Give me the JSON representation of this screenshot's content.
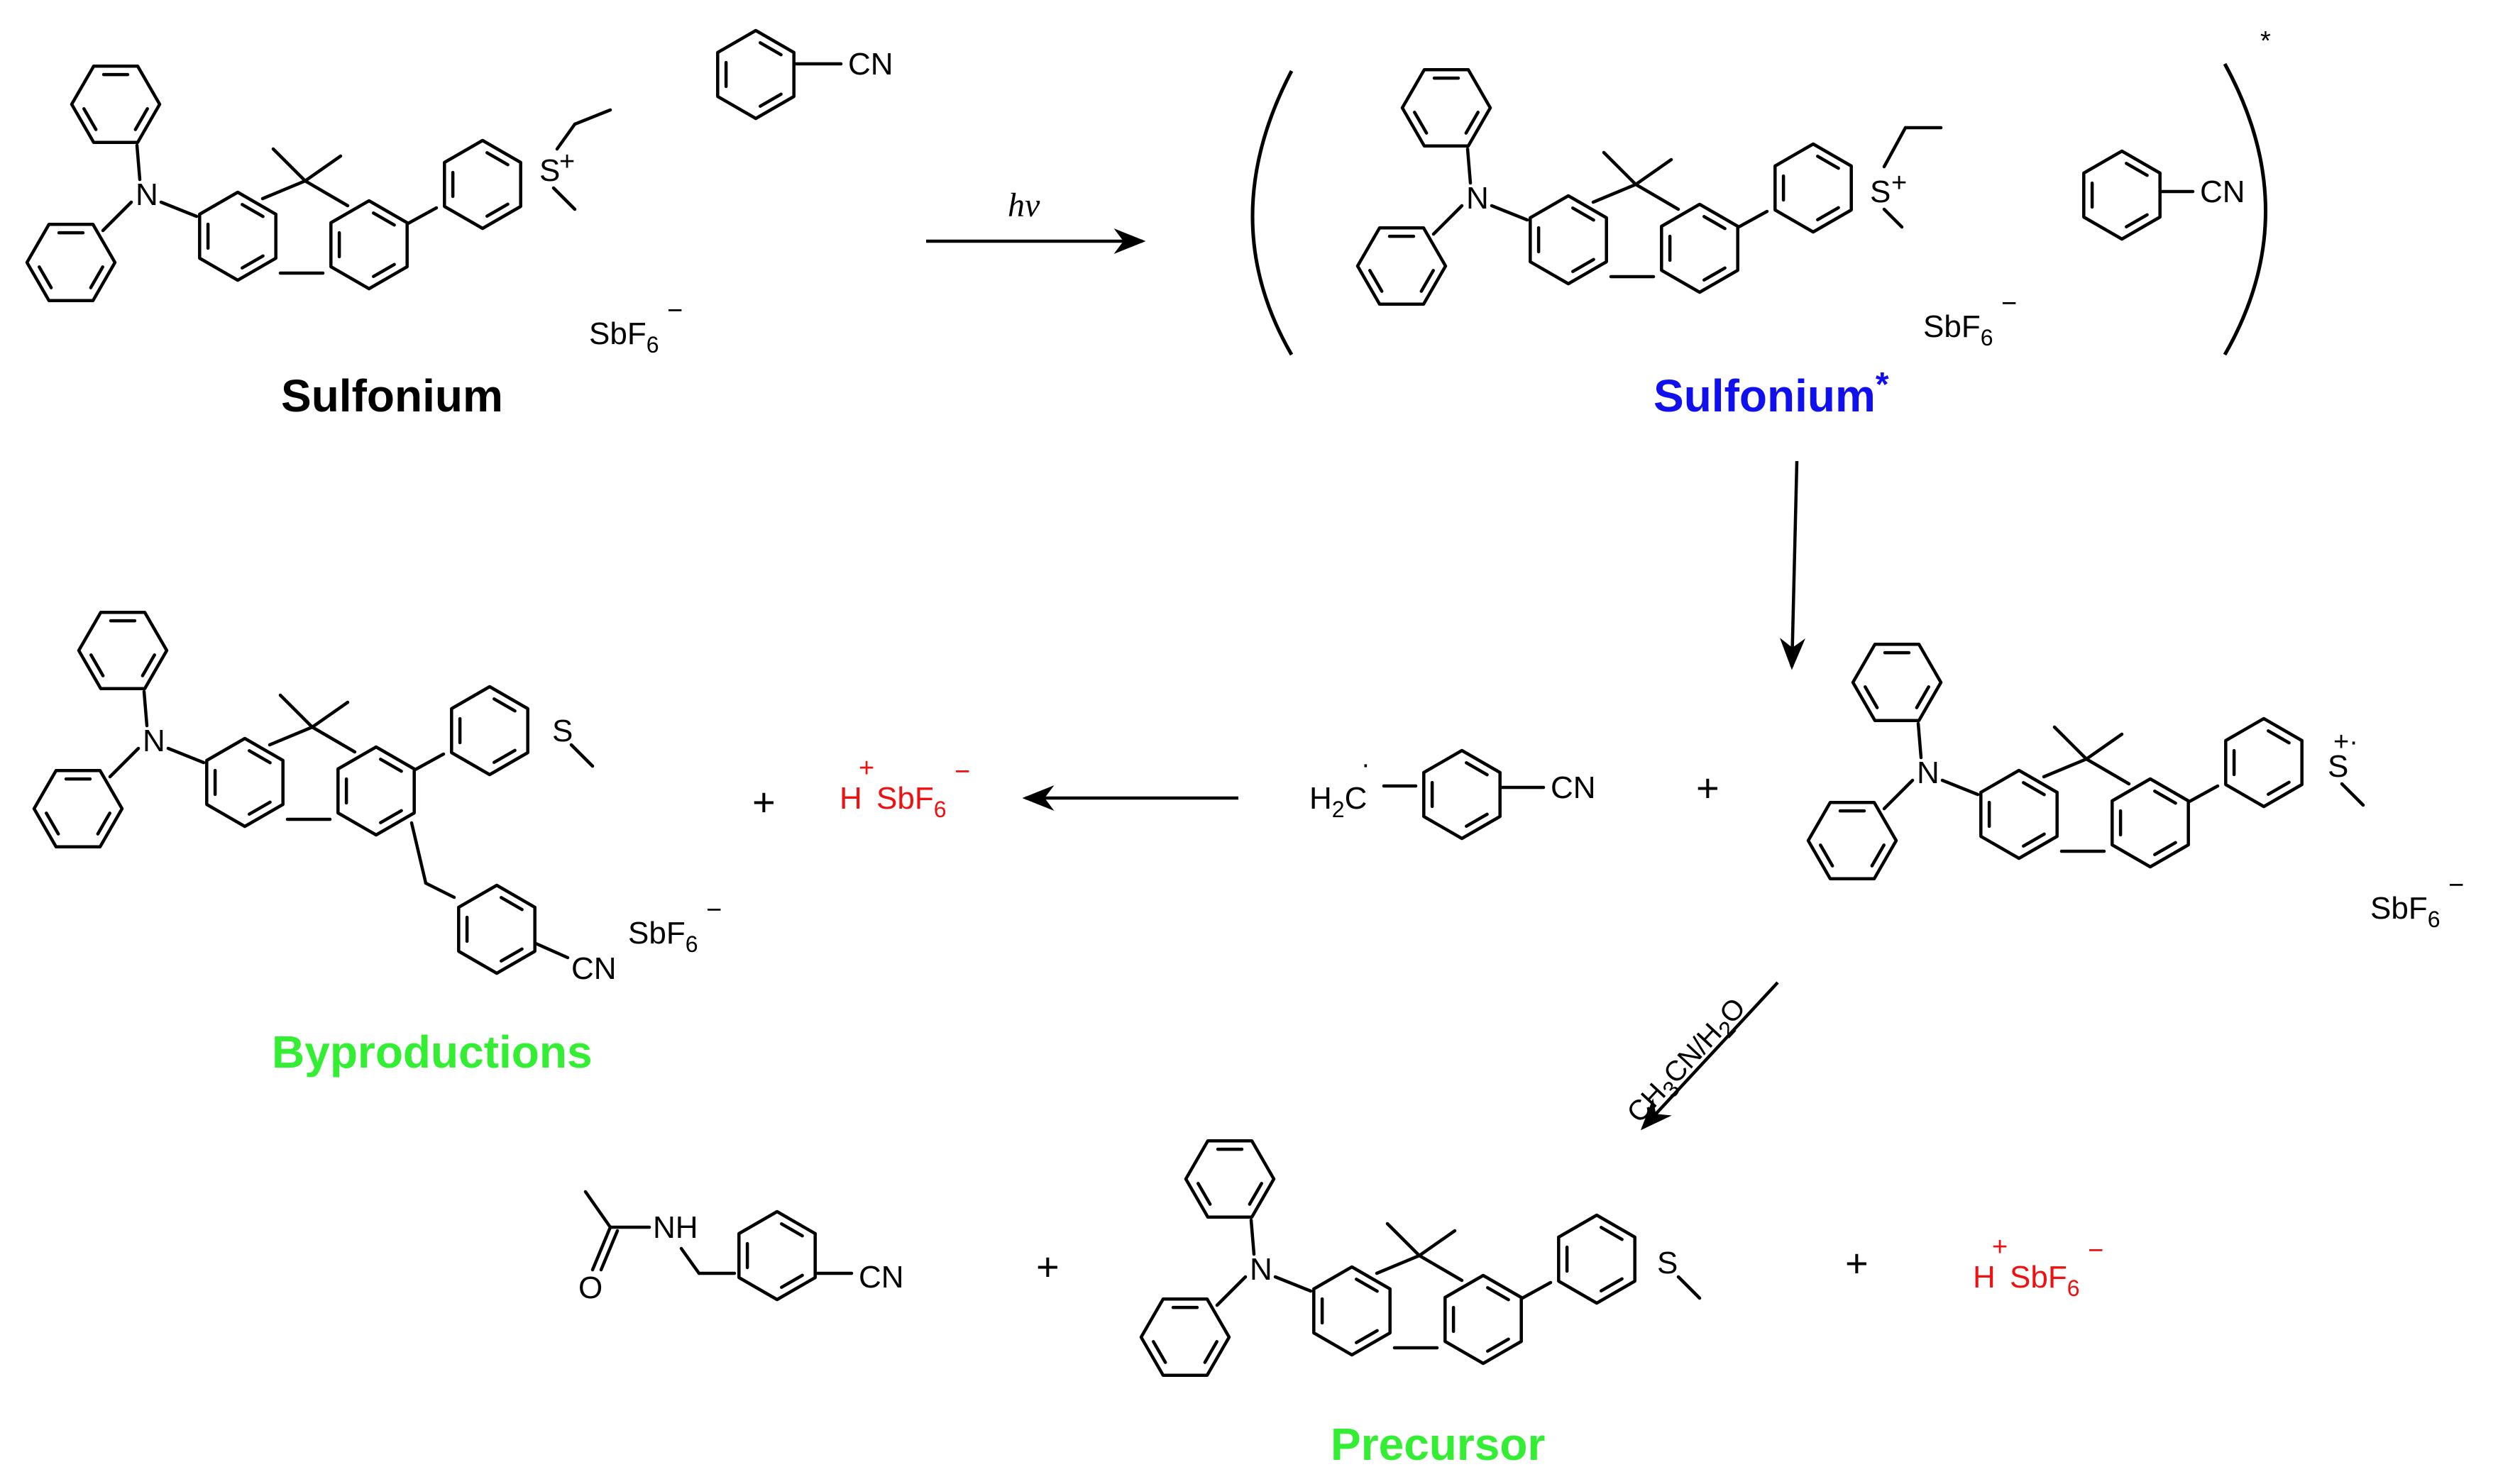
{
  "labels": {
    "sulfonium": "Sulfonium",
    "sulfonium_excited": "Sulfonium",
    "excited_star": "*",
    "byproductions": "Byproductions",
    "precursor": "Precursor"
  },
  "conditions": {
    "light": "hv",
    "solvent_prefix": "CH",
    "solvent_sub1": "3",
    "solvent_mid": "CN/H",
    "solvent_sub2": "2",
    "solvent_suffix": "O"
  },
  "atoms": {
    "N": "N",
    "S": "S",
    "CN": "CN",
    "NH": "NH",
    "O": "O",
    "H": "H",
    "H2C": "H",
    "H2C_sub": "2",
    "H2C_c": "C",
    "SbF": "SbF",
    "six": "6",
    "minus": "−",
    "plus_charge": "+",
    "radical_cation": "+·",
    "radical_dot": "·",
    "bracket_star": "*"
  },
  "operators": {
    "plus": "+"
  },
  "colors": {
    "black": "#000000",
    "blue": "#1010ee",
    "green": "#33ee33",
    "red": "#ee1111"
  }
}
